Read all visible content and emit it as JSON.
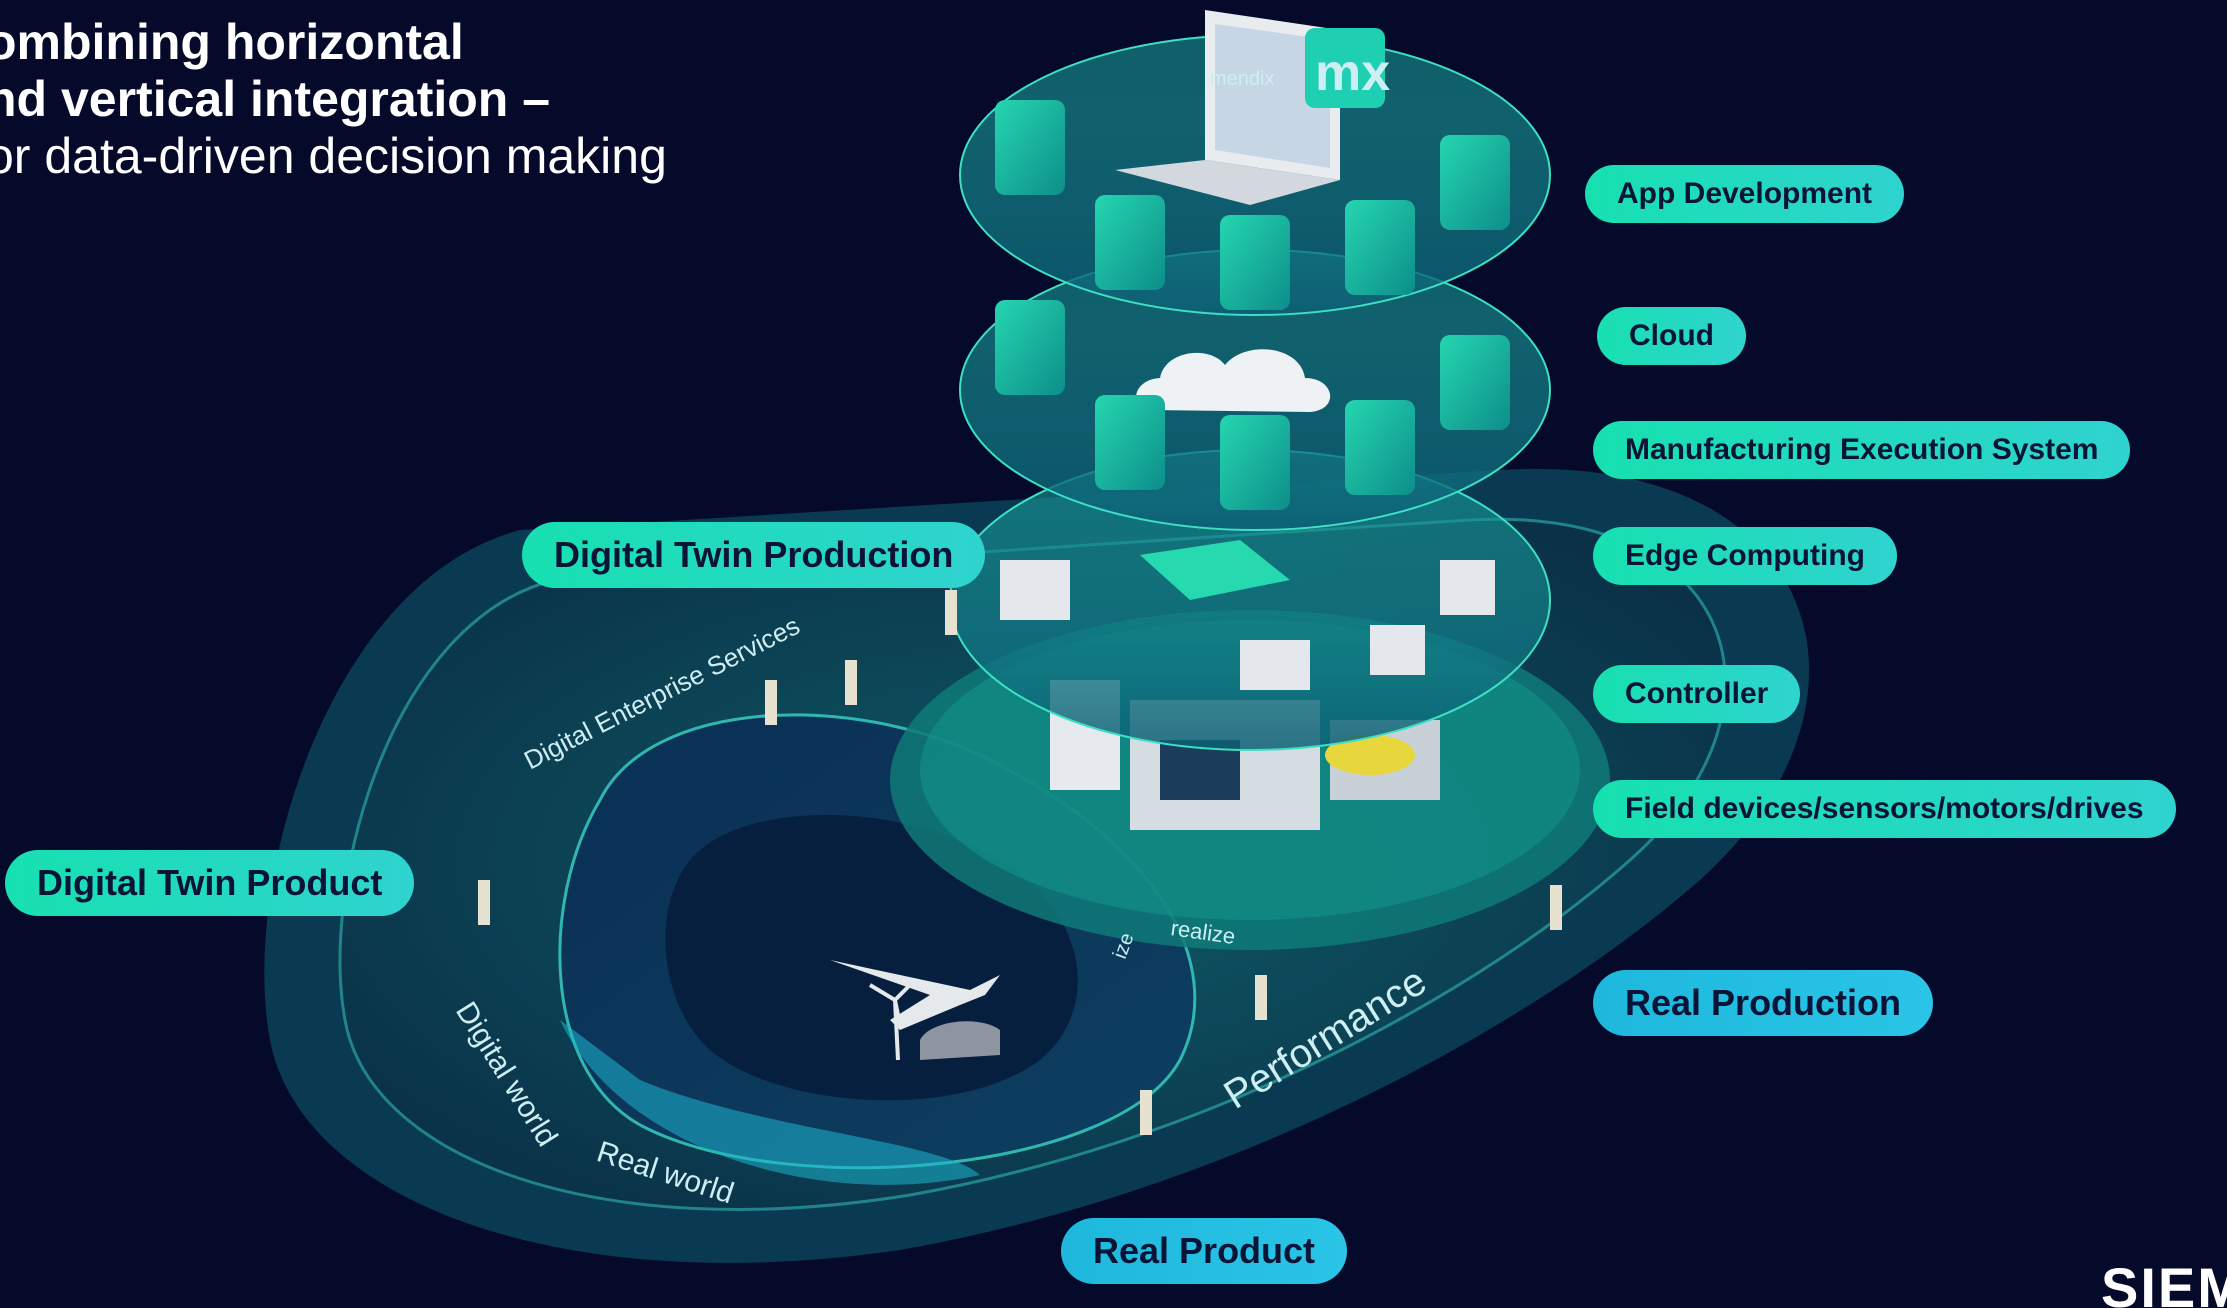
{
  "title": {
    "line1": "ombining horizontal",
    "line2": "nd vertical integration –",
    "line3": "or data-driven decision making"
  },
  "left_labels": {
    "digital_twin_production": "Digital Twin Production",
    "digital_twin_product": "Digital Twin Product",
    "real_product": "Real Product"
  },
  "right_labels": {
    "app_development": "App Development",
    "cloud": "Cloud",
    "mes": "Manufacturing Execution System",
    "edge_computing": "Edge Computing",
    "controller": "Controller",
    "field_devices": "Field devices/sensors/motors/drives",
    "real_production": "Real Production"
  },
  "ring_labels": {
    "digital_enterprise_services": "Digital Enterprise Services",
    "digital_world": "Digital world",
    "real_world": "Real world",
    "performance": "Performance",
    "realize": "realize",
    "ize": "ize"
  },
  "laptop": {
    "brand": "mendix",
    "logo": "mx"
  },
  "logo_text": "SIEM",
  "colors": {
    "background": "#050a2a",
    "pill_green": "#17e0b0",
    "pill_blue": "#1fb8dd",
    "teal_dark": "#0b4a5a",
    "teal_mid": "#13848a"
  },
  "icons": [
    "database-icon",
    "globe-icon",
    "monitor-icon",
    "cloud-icon",
    "laptop-icon",
    "plc-icon",
    "person-icon",
    "airplane-icon",
    "wind-turbine-icon",
    "car-icon"
  ]
}
